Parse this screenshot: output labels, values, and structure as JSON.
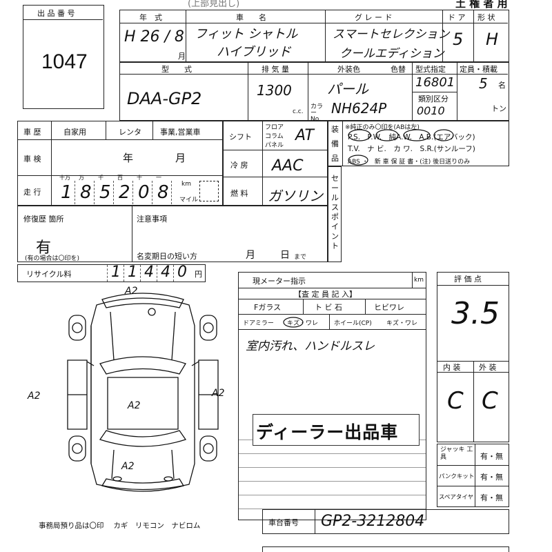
{
  "header": {
    "top_right": "土 権 者 用",
    "top_center": "(上部見出し)"
  },
  "lot": {
    "label": "出 品 番 号",
    "number": "1047"
  },
  "row1": {
    "year_label": "年　式",
    "car_label": "車　　名",
    "grade_label": "グ レ ー ド",
    "door_label": "ド ア",
    "shape_label": "形 状",
    "year_value": "H 26 / 8",
    "month_suffix": "月",
    "car_value_1": "フィット シャトル",
    "car_value_2": "ハイブリッド",
    "grade_value_1": "スマートセレクション",
    "grade_value_2": "クールエディション",
    "door_value": "5",
    "shape_value": "H"
  },
  "row2": {
    "model_label": "型　　式",
    "displacement_label": "排 気 量",
    "exterior_label": "外装色",
    "color_no_label": "色替",
    "type_spec_label": "型式指定",
    "capacity_label": "定員・積載",
    "model_value": "DAA-GP2",
    "displacement_value": "1300",
    "cc": "c.c.",
    "exterior_value": "パール",
    "color_no_prefix": "カラー No.",
    "color_no_value": "NH624P",
    "type_spec_value": "16801",
    "category_label": "類別区分",
    "category_value": "0010",
    "capacity_value": "5",
    "capacity_unit": "名",
    "ton_unit": "トン"
  },
  "history": {
    "history_label": "車 歴",
    "private": "自家用",
    "rental": "レンタ",
    "business": "事業,営業車",
    "inspection_label": "車 検",
    "year": "年",
    "month": "月",
    "mileage_label": "走 行",
    "digits_labels": [
      "十万",
      "万",
      "千",
      "百",
      "十",
      "一"
    ],
    "digits_values": [
      "1",
      "8",
      "5",
      "2",
      "0",
      "8"
    ],
    "km": "km",
    "mile": "マイル"
  },
  "shift": {
    "shift_label": "シフト",
    "floor": "フロア",
    "column": "コラム",
    "panel": "パネル",
    "shift_value": "AT",
    "ac_label": "冷 房",
    "ac_value": "AAC",
    "fuel_label": "燃 料",
    "fuel_value": "ガソリン"
  },
  "equipment": {
    "equip_label_chars": [
      "装",
      "備",
      "品"
    ],
    "note": "※純正のみ〇印を(ABは左) ",
    "line1": "P.S.　P.W.　純A.W.　A.B.(エアバック)",
    "line2": "T.V.　ナ ビ.　カ ワ.　S.R.(サンルーフ)",
    "line3": "ABS ・　新 車 保 証 書・(注) 後日送りのみ"
  },
  "sales_point": {
    "label_chars": [
      "セ",
      "ー",
      "ル",
      "ス",
      "ポ",
      "イ",
      "ン",
      "ト"
    ]
  },
  "repair": {
    "label": "修復歴 箇所",
    "value": "有",
    "note": "(有の場合は〇印を)",
    "caution_label": "注意事項",
    "expire_label": "名変期日の短い方",
    "month": "月",
    "day": "日",
    "until": "まで"
  },
  "recycle": {
    "label": "リサイクル料",
    "digits": [
      "1",
      "1",
      "4",
      "4",
      "0"
    ],
    "unit": "円"
  },
  "inspector": {
    "meter_label": "現メーター指示",
    "meter_unit": "km",
    "title": "【査 定 員 記 入】",
    "f_glass": "Fガラス",
    "tobi": "ト ビ 石",
    "hibi": "ヒビワレ",
    "mirror": "ドアミラー",
    "mirror_mark": "キズ・ワレ",
    "wheel": "ホイール(CP)",
    "wheel_mark": "キズ・ワレ",
    "comment": "室内汚れ、ハンドルスレ",
    "stamp": "ディーラー出品車"
  },
  "score": {
    "label": "評 価 点",
    "value": "3.5",
    "interior_label": "内 装",
    "exterior_label": "外 装",
    "interior_value": "C",
    "exterior_value": "C"
  },
  "tools": {
    "jack_label": "ジャッキ 工 具",
    "puncture_label": "パンクキット",
    "spare_label": "スペアタイヤ",
    "have_none": "有・無"
  },
  "diagram_marks": [
    "A2",
    "A2",
    "A2",
    "A2",
    "A2"
  ],
  "keys_note": "事務局預り品は〇印　 カギ　リモコン　ナビロム",
  "chassis": {
    "label": "車台番号",
    "value": "GP2-3212804"
  }
}
